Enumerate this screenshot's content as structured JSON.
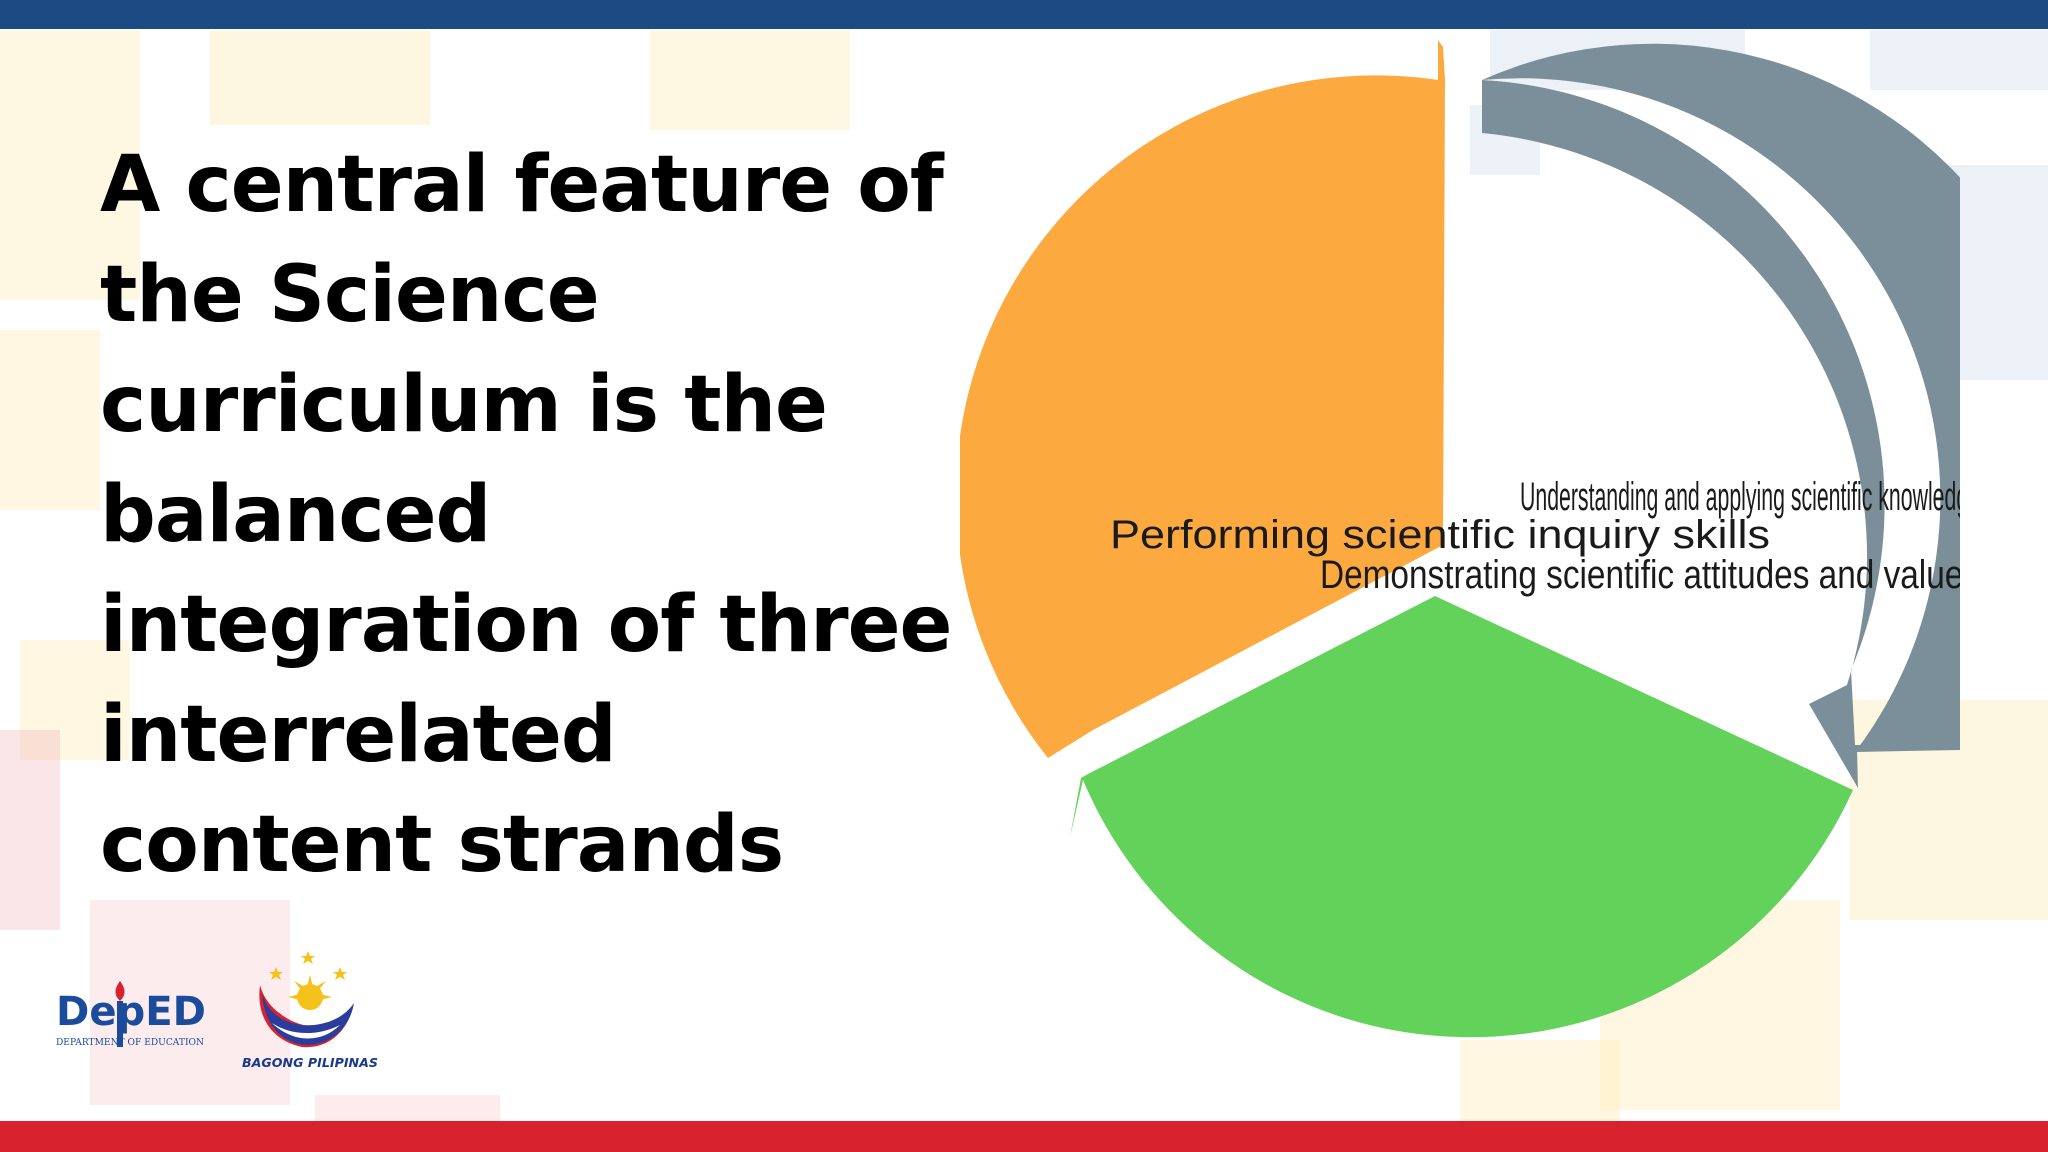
{
  "slide": {
    "headline": "A central feature of the Science curriculum is the balanced integration of three interrelated content strands"
  },
  "cycle": {
    "strands": [
      {
        "label": "Understanding and applying scientific knowledge",
        "color": "#7a8f99"
      },
      {
        "label": "Demonstrating scientific attitudes and values",
        "color": "#62d25a"
      },
      {
        "label": "Performing scientific inquiry skills",
        "color": "#fcaa40"
      }
    ]
  },
  "logos": {
    "deped_word": "DepED",
    "deped_sub": "DEPARTMENT OF EDUCATION",
    "bagong_pilipinas": "BAGONG PILIPINAS"
  },
  "colors": {
    "top_bar": "#1b4b82",
    "bottom_bar": "#d8232f",
    "deped_blue": "#1b4b9b",
    "deped_red": "#d8232f"
  }
}
